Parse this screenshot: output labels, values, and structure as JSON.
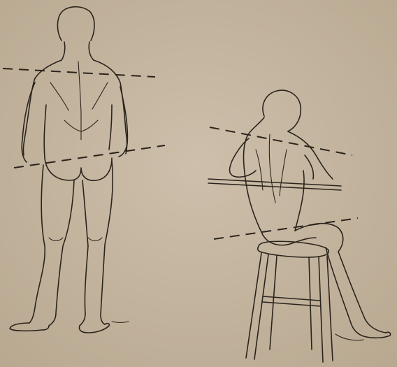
{
  "illustration": {
    "paper_color": "#c7b9a4",
    "ink_color": "#2b241c",
    "figures": [
      {
        "name": "standing-figure-back-view"
      },
      {
        "name": "seated-figure-at-desk"
      }
    ],
    "reference_lines": [
      {
        "figure": "standing",
        "kind": "shoulder-level",
        "style": "dashed"
      },
      {
        "figure": "standing",
        "kind": "hip-level",
        "style": "dashed"
      },
      {
        "figure": "seated",
        "kind": "shoulder-level",
        "style": "dashed"
      },
      {
        "figure": "seated",
        "kind": "hip-level",
        "style": "dashed"
      }
    ]
  }
}
